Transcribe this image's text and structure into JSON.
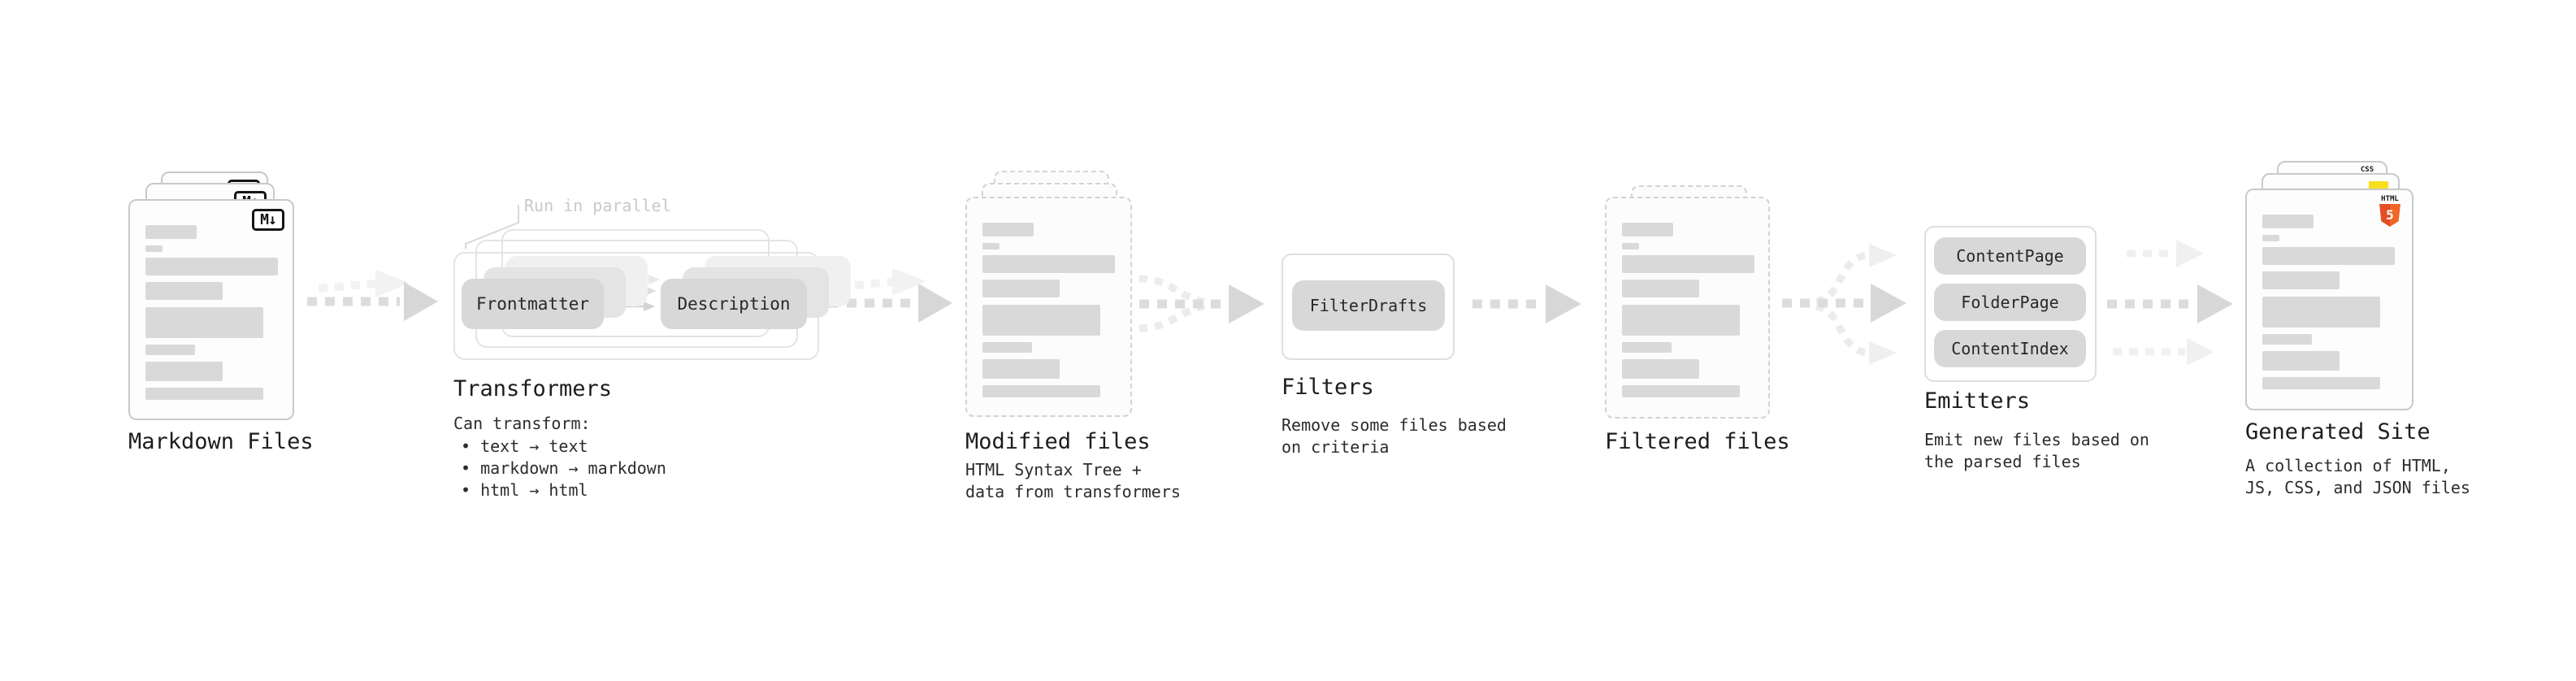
{
  "stages": {
    "markdown": {
      "label": "Markdown Files",
      "badge": "M↓"
    },
    "transformers": {
      "label": "Transformers",
      "annotation": "Run in parallel",
      "box_left": "Frontmatter",
      "box_right": "Description",
      "caption_intro": "Can transform:",
      "bullets": [
        "• text → text",
        "• markdown → markdown",
        "• html → html"
      ]
    },
    "modified": {
      "label": "Modified files",
      "caption_line1": "HTML Syntax Tree +",
      "caption_line2": "data from transformers"
    },
    "filters": {
      "label": "Filters",
      "box": "FilterDrafts",
      "caption_line1": "Remove some files based",
      "caption_line2": "on criteria"
    },
    "filtered": {
      "label": "Filtered files"
    },
    "emitters": {
      "label": "Emitters",
      "boxes": [
        "ContentPage",
        "FolderPage",
        "ContentIndex"
      ],
      "caption_line1": "Emit new files based on",
      "caption_line2": "the parsed files"
    },
    "generated": {
      "label": "Generated Site",
      "caption_line1": "A collection of HTML,",
      "caption_line2": "JS, CSS, and JSON files",
      "badge_css": "CSS",
      "badge_html_text": "HTML",
      "badge_html_number": "5"
    }
  },
  "colors": {
    "css_blue": "#2965f1",
    "js_yellow": "#f7df1e",
    "html5_orange_dark": "#e44d26",
    "html5_orange_light": "#f16529",
    "box_gray": "#d8d8d8",
    "arrow_gray": "#d7d7d7",
    "arrow_light": "#efefef"
  }
}
